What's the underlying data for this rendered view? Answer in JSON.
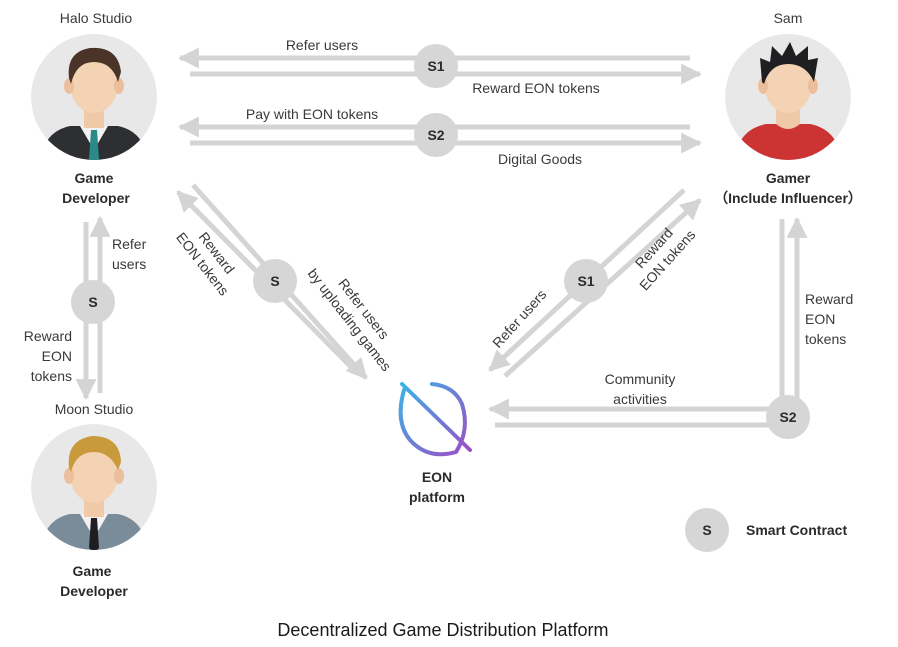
{
  "caption": "Decentralized Game Distribution Platform",
  "nodes": {
    "halo": {
      "name": "Halo Studio",
      "role_line1": "Game",
      "role_line2": "Developer"
    },
    "sam": {
      "name": "Sam",
      "role_line1": "Gamer",
      "role_line2": "（Include Influencer）"
    },
    "moon": {
      "name": "Moon Studio",
      "role_line1": "Game",
      "role_line2": "Developer"
    },
    "eon": {
      "line1": "EON",
      "line2": "platform"
    }
  },
  "contracts": {
    "s1": "S1",
    "s2": "S2",
    "s": "S"
  },
  "flows": {
    "refer_users_top": "Refer users",
    "reward_eon_tokens_top": "Reward EON tokens",
    "pay_with_eon": "Pay with EON tokens",
    "digital_goods": "Digital Goods",
    "halo_moon_refer_l1": "Refer",
    "halo_moon_refer_l2": "users",
    "halo_moon_reward_l1": "Reward",
    "halo_moon_reward_l2": "EON",
    "halo_moon_reward_l3": "tokens",
    "halo_eon_reward_l1": "Reward",
    "halo_eon_reward_l2": "EON tokens",
    "halo_eon_refer_l1": "Refer users",
    "halo_eon_refer_l2": "by uploading games",
    "sam_eon_refer": "Refer users",
    "sam_eon_reward_l1": "Reward",
    "sam_eon_reward_l2": "EON tokens",
    "community_l1": "Community",
    "community_l2": "activities",
    "sam_reward_l1": "Reward",
    "sam_reward_l2": "EON",
    "sam_reward_l3": "tokens"
  },
  "legend": {
    "symbol": "S",
    "label": "Smart Contract"
  },
  "colors": {
    "arrow": "#d4d4d4",
    "contract_circle": "#d6d6d6",
    "avatar_bg": "#e8e8e8",
    "eon_gradient_start": "#3bb3e6",
    "eon_gradient_end": "#9b4fc6"
  }
}
